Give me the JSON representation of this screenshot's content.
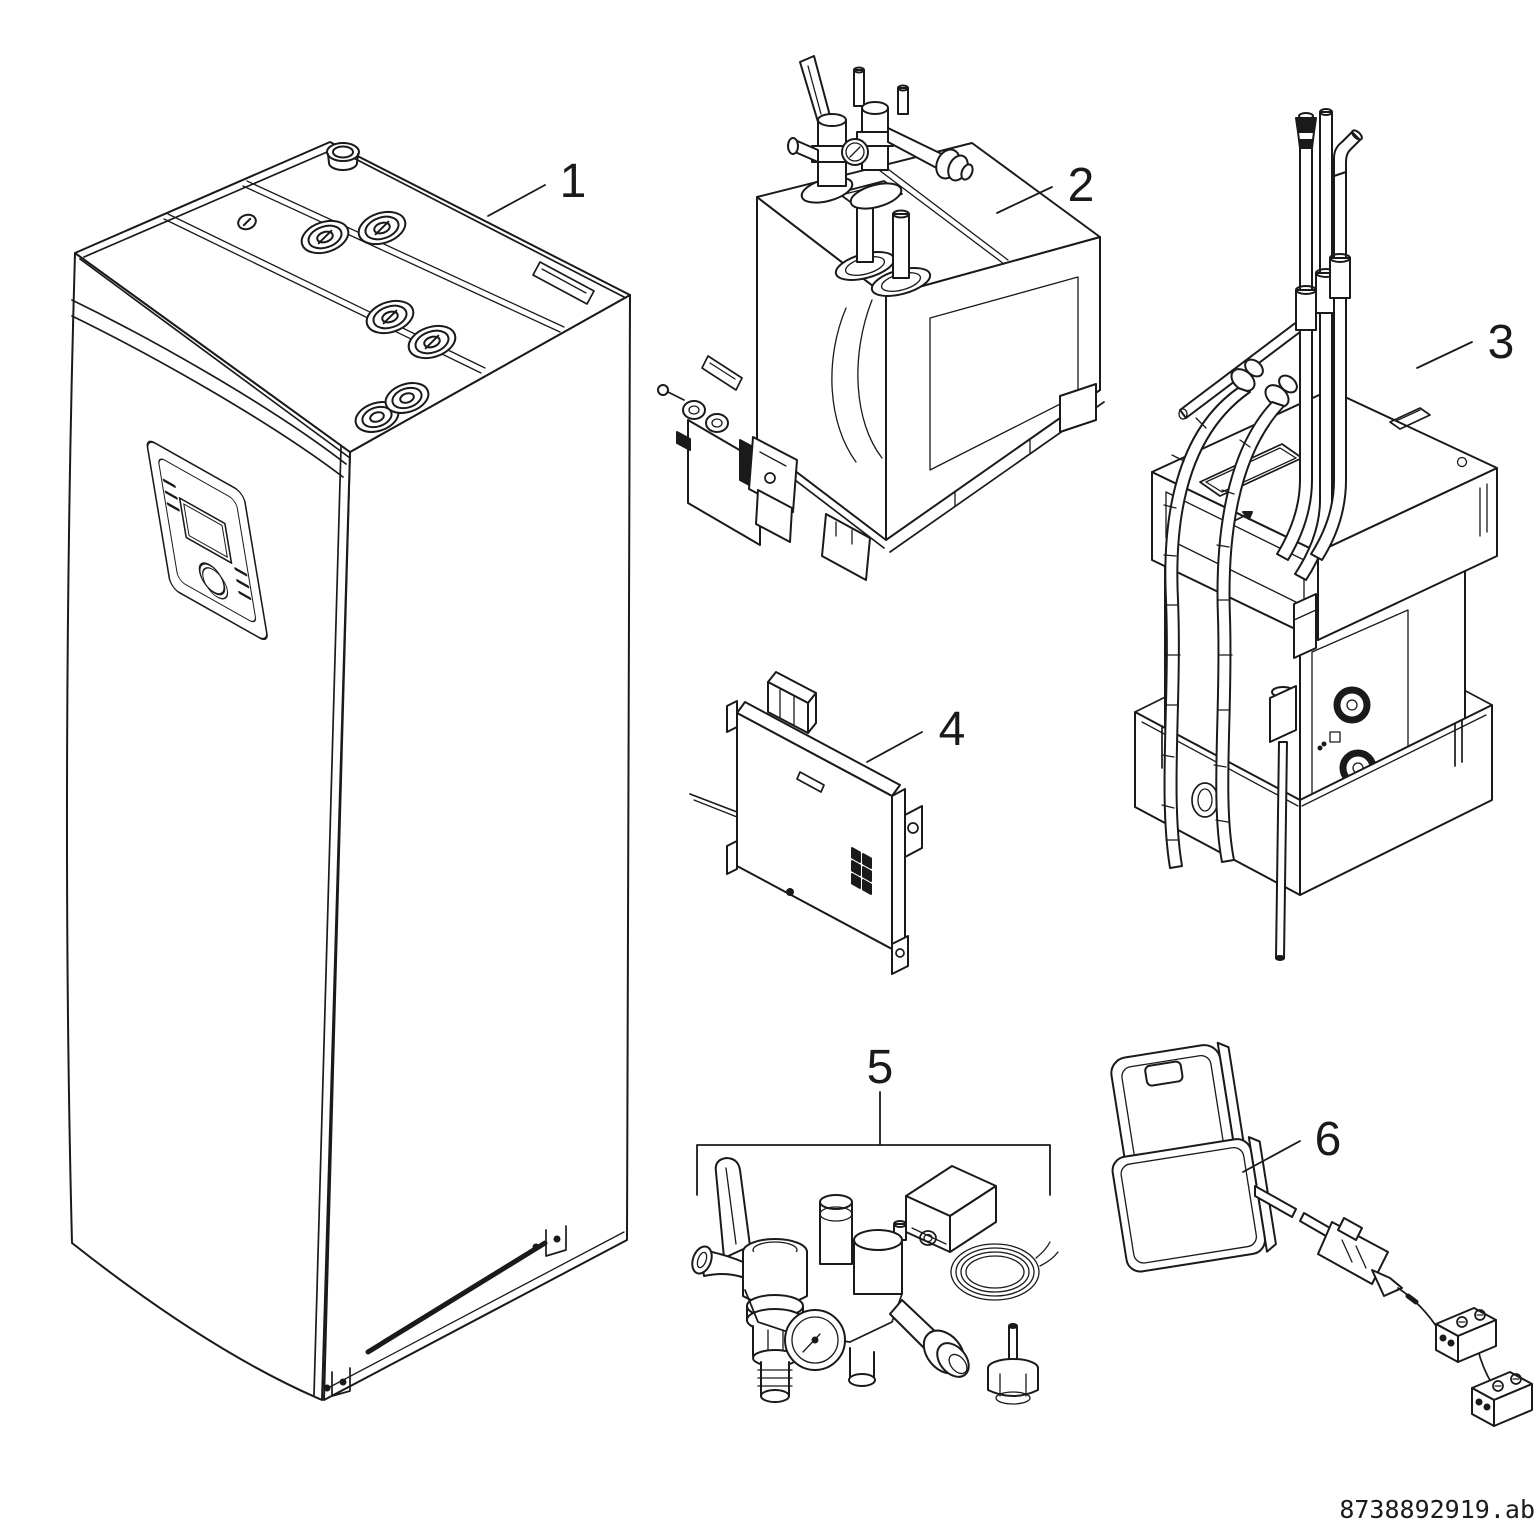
{
  "diagram": {
    "background_color": "#ffffff",
    "line_color": "#1a1a1a",
    "callouts": [
      {
        "label": "1"
      },
      {
        "label": "2"
      },
      {
        "label": "3"
      },
      {
        "label": "4"
      },
      {
        "label": "5"
      },
      {
        "label": "6"
      }
    ],
    "footer_code": "8738892919.ab"
  }
}
